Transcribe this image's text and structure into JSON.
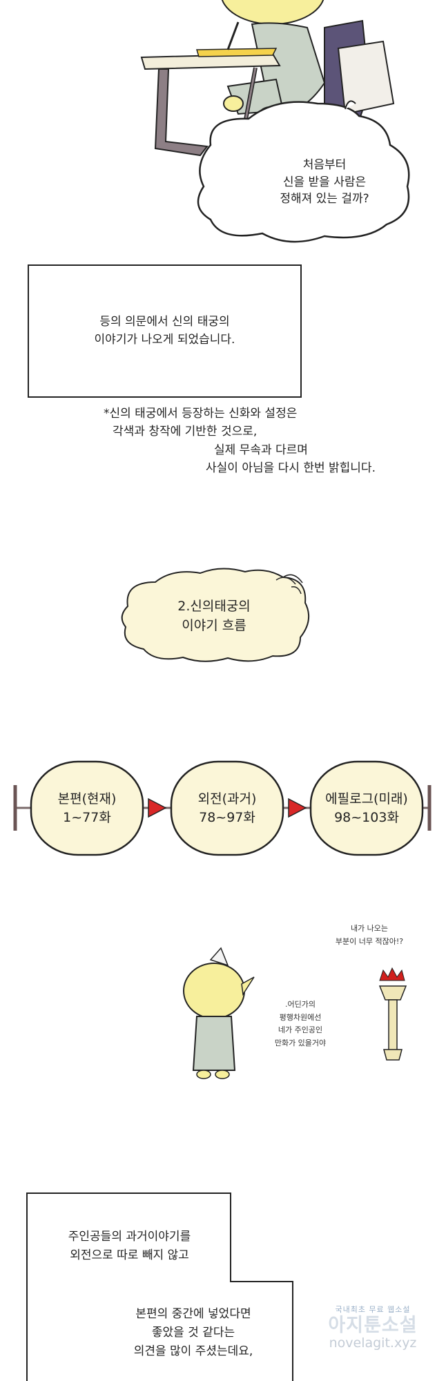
{
  "colors": {
    "character_yellow": "#f7ef9c",
    "robe": "#c9d3c7",
    "node_fill": "#fbf6d8",
    "arrow_red": "#d92727",
    "ink": "#222222"
  },
  "speech_bubble_top": {
    "lines": [
      "처음부터",
      "신을 받을 사람은",
      "정해져 있는 걸까?"
    ]
  },
  "narration_box_1": {
    "lines": [
      "등의 의문에서 신의 태궁의",
      "이야기가 나오게 되었습니다."
    ]
  },
  "disclaimer": {
    "lines": [
      "*신의 태궁에서 등장하는 신화와 설정은",
      "각색과 창작에 기반한 것으로,",
      "실제 무속과 다르며",
      "사실이 아님을 다시 한번 밝힙니다."
    ]
  },
  "section_cloud": {
    "lines": [
      "2.신의태궁의",
      "이야기 흐름"
    ]
  },
  "timeline": {
    "nodes": [
      {
        "title": "본편(현재)",
        "range": "1~77화"
      },
      {
        "title": "외전(과거)",
        "range": "78~97화"
      },
      {
        "title": "에필로그(미래)",
        "range": "98~103화"
      }
    ]
  },
  "sidekick_dialogue": {
    "lines": [
      "내가 나오는",
      "부분이 너무 적잖아!?"
    ]
  },
  "character_dialogue": {
    "lines": [
      ".어딘가의",
      "평행차원에선",
      "네가 주인공인",
      "만화가 있을거야"
    ]
  },
  "narration_box_2": {
    "upper_lines": [
      "주인공들의 과거이야기를",
      "외전으로 따로 빼지 않고"
    ],
    "lower_lines": [
      "본편의 중간에 넣었다면",
      "좋았을 것 같다는",
      "의견을 많이 주셨는데요,"
    ]
  },
  "watermark": {
    "top": "국내최초 무료 웹소설",
    "brand": "아지툰소설",
    "url": "novelagit.xyz"
  }
}
